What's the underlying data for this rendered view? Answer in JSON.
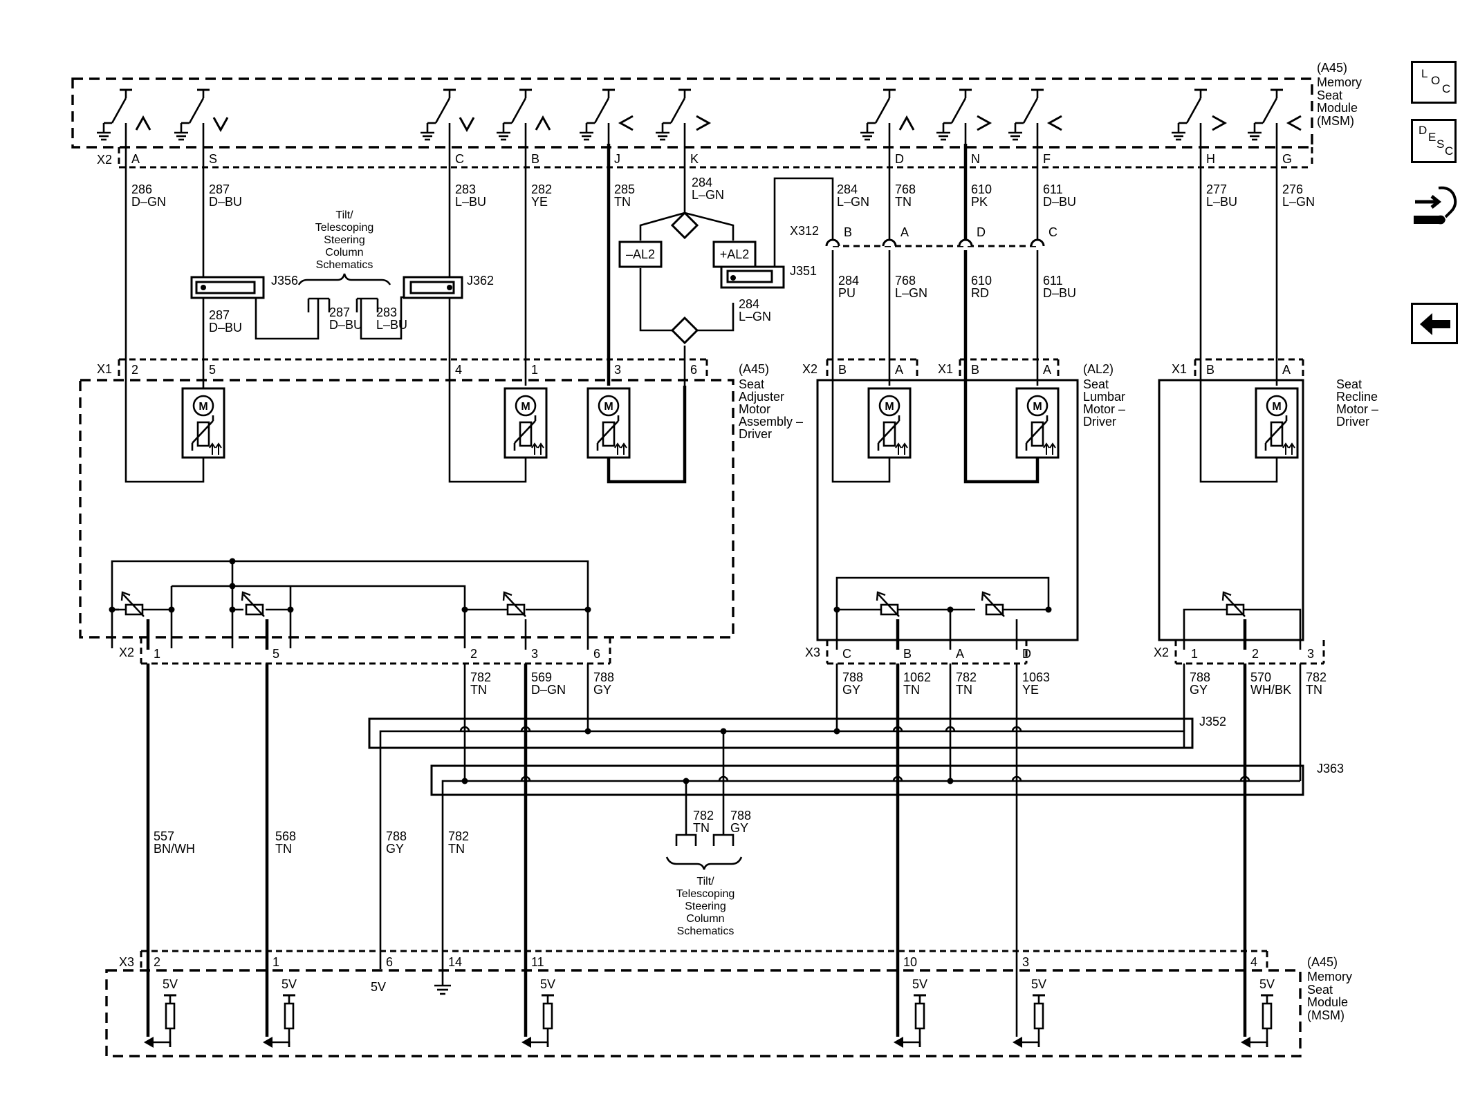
{
  "module_top": {
    "ref": "(A45)",
    "name": [
      "Memory",
      "Seat",
      "Module",
      "(MSM)"
    ]
  },
  "module_bottom": {
    "ref": "(A45)",
    "name": [
      "Memory",
      "Seat",
      "Module",
      "(MSM)"
    ]
  },
  "seat_adjuster": {
    "ref": "(A45)",
    "name": [
      "Seat",
      "Adjuster",
      "Motor",
      "Assembly –",
      "Driver"
    ]
  },
  "lumbar": {
    "ref": "(AL2)",
    "name": [
      "Seat",
      "Lumbar",
      "Motor –",
      "Driver"
    ]
  },
  "recline": {
    "name": [
      "Seat",
      "Recline",
      "Motor –",
      "Driver"
    ]
  },
  "tilt_top": [
    "Tilt/",
    "Telescoping",
    "Steering",
    "Column",
    "Schematics"
  ],
  "tilt_bottom": [
    "Tilt/",
    "Telescoping",
    "Steering",
    "Column",
    "Schematics"
  ],
  "connectors": {
    "x2": "X2",
    "x1": "X1",
    "x312": "X312",
    "x3": "X3"
  },
  "splices": {
    "j356": "J356",
    "j362": "J362",
    "j351": "J351",
    "j352": "J352",
    "j363": "J363",
    "al2_minus": "–AL2",
    "al2_plus": "+AL2"
  },
  "top_pins": [
    "A",
    "S",
    "C",
    "B",
    "J",
    "K",
    "D",
    "N",
    "F",
    "H",
    "G"
  ],
  "top_arrows": [
    "^",
    "v",
    "v",
    "^",
    "<",
    ">",
    "^",
    ">",
    "<",
    ">",
    "<"
  ],
  "x312_pins": [
    "B",
    "A",
    "D",
    "C"
  ],
  "adjuster_x1_pins": [
    "2",
    "5",
    "4",
    "1",
    "3",
    "6"
  ],
  "lumbar_pins": [
    "B",
    "A",
    "B",
    "A"
  ],
  "recline_pins": [
    "B",
    "A"
  ],
  "adjuster_x2_pins": [
    "1",
    "5",
    "2",
    "3",
    "6"
  ],
  "lumbar_x3_pins": [
    "C",
    "B",
    "A",
    "D"
  ],
  "recline_x2_pins": [
    "1",
    "2",
    "3"
  ],
  "bottom_pins": [
    "2",
    "1",
    "6",
    "14",
    "11",
    "10",
    "3",
    "4"
  ],
  "volt": "5V",
  "motor_symbol": "M",
  "wires_top": [
    [
      "286",
      "D–GN"
    ],
    [
      "287",
      "D–BU"
    ],
    [
      "283",
      "L–BU"
    ],
    [
      "282",
      "YE"
    ],
    [
      "285",
      "TN"
    ],
    [
      "284",
      "L–GN"
    ],
    [
      "284",
      "L–GN"
    ],
    [
      "768",
      "TN"
    ],
    [
      "610",
      "PK"
    ],
    [
      "611",
      "D–BU"
    ],
    [
      "277",
      "L–BU"
    ],
    [
      "276",
      "L–GN"
    ]
  ],
  "wires_mid": [
    [
      "287",
      "D–BU"
    ],
    [
      "287",
      "D–BU"
    ],
    [
      "283",
      "L–BU"
    ],
    [
      "284",
      "L–GN"
    ],
    [
      "284",
      "PU"
    ],
    [
      "768",
      "L–GN"
    ],
    [
      "610",
      "RD"
    ],
    [
      "611",
      "D–BU"
    ]
  ],
  "wires_sensor": [
    [
      "782",
      "TN"
    ],
    [
      "569",
      "D–GN"
    ],
    [
      "788",
      "GY"
    ],
    [
      "788",
      "GY"
    ],
    [
      "1062",
      "TN"
    ],
    [
      "782",
      "TN"
    ],
    [
      "1063",
      "YE"
    ],
    [
      "788",
      "GY"
    ],
    [
      "570",
      "WH/BK"
    ],
    [
      "782",
      "TN"
    ]
  ],
  "wires_bottom": [
    [
      "557",
      "BN/WH"
    ],
    [
      "568",
      "TN"
    ],
    [
      "788",
      "GY"
    ],
    [
      "782",
      "TN"
    ],
    [
      "782",
      "TN"
    ],
    [
      "788",
      "GY"
    ]
  ],
  "nav": {
    "loc": [
      "L",
      "O",
      "C"
    ],
    "desc": [
      "D",
      "E",
      "S",
      "C"
    ]
  },
  "icons": [
    "loc-icon",
    "desc-icon",
    "hand-tool-icon",
    "back-arrow-icon"
  ]
}
